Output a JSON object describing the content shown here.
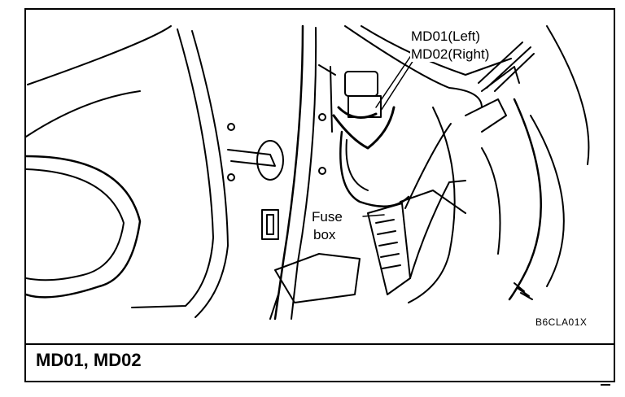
{
  "callouts": {
    "md01": "MD01(Left)",
    "md02": "MD02(Right)",
    "fuse_line1": "Fuse",
    "fuse_line2": "box"
  },
  "reference_code": "B6CLA01X",
  "caption": "MD01, MD02"
}
